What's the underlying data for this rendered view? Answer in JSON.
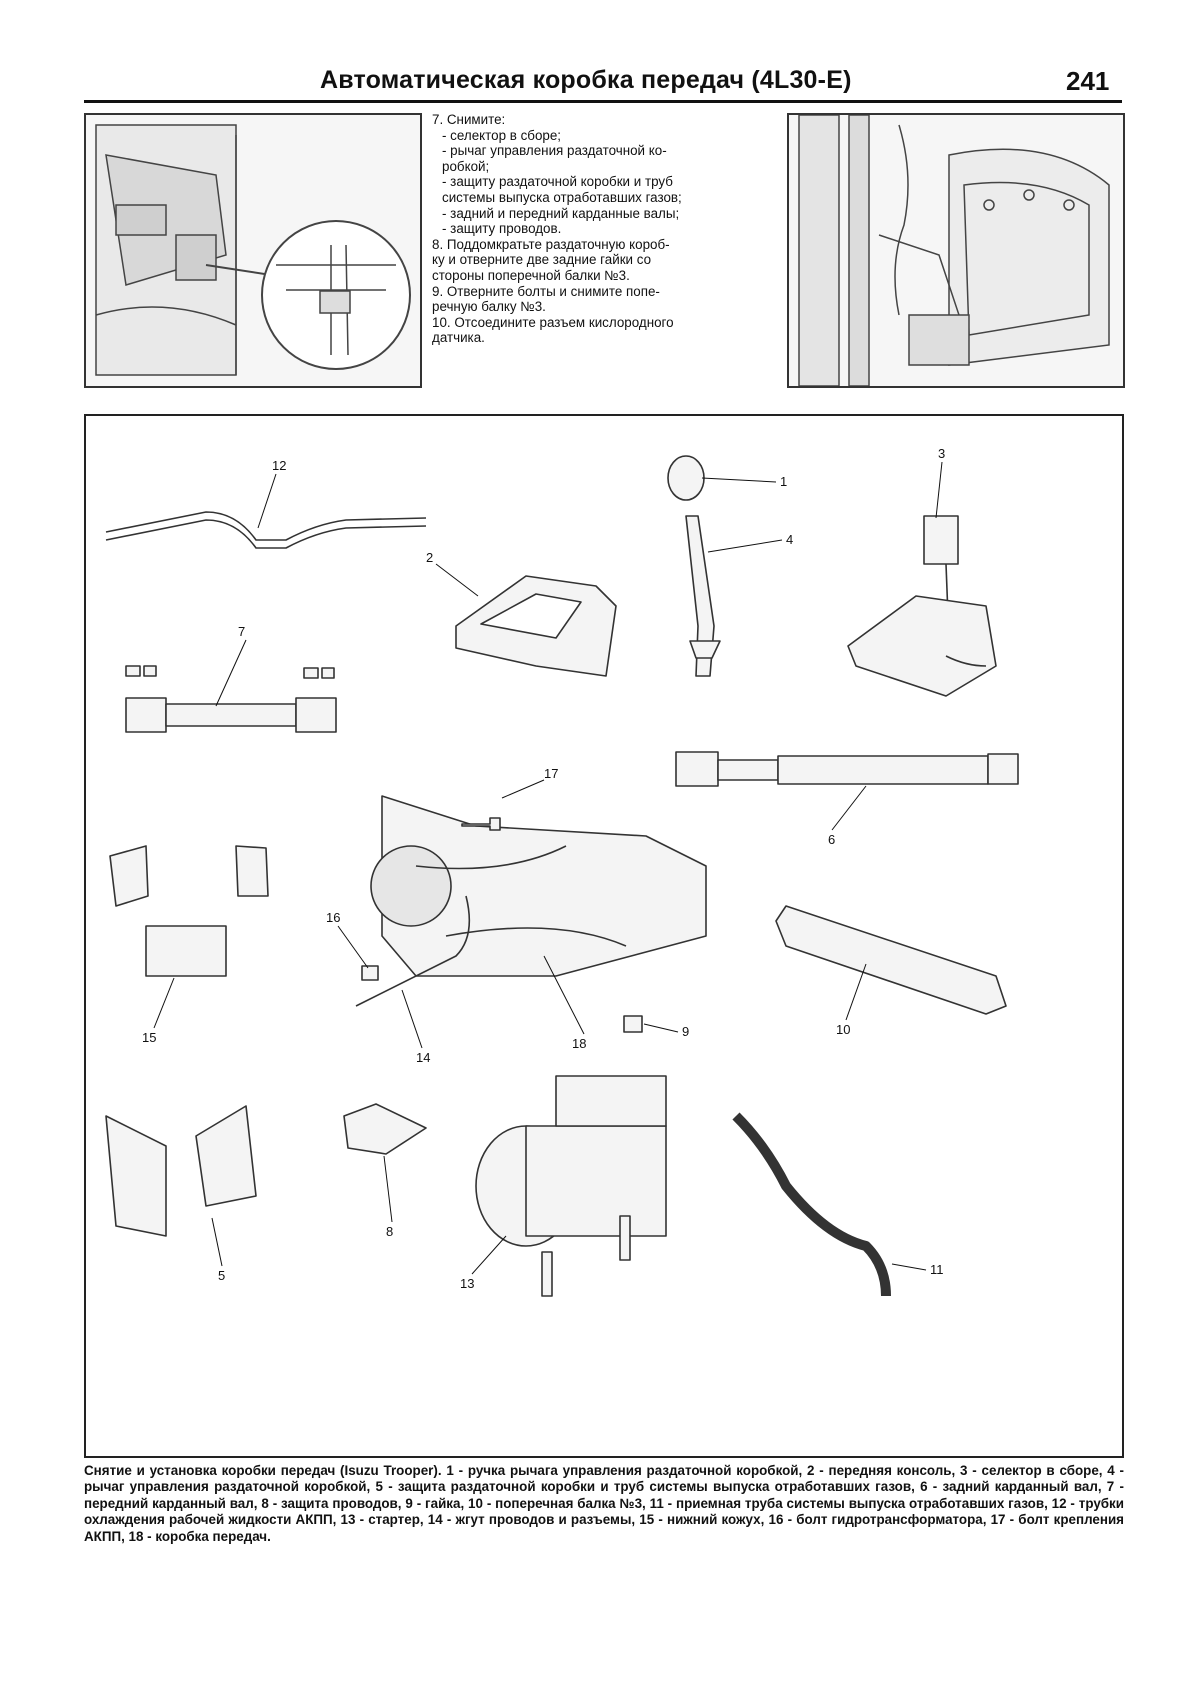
{
  "header": {
    "title": "Автоматическая коробка передач (4L30-E)",
    "page_number": "241"
  },
  "steps": [
    "7. Снимите:",
    "- селектор в сборе;",
    "- рычаг управления раздаточной ко-",
    "робкой;",
    "- защиту раздаточной коробки и труб",
    "системы выпуска отработавших газов;",
    "- задний и передний карданные валы;",
    "- защиту проводов.",
    "8. Поддомкратьте раздаточную короб-",
    "ку и отверните две задние гайки со",
    "стороны поперечной балки №3.",
    "9. Отверните болты и снимите попе-",
    "речную балку №3.",
    "10. Отсоедините разъем кислородного",
    "датчика."
  ],
  "diagram": {
    "callouts": [
      "1",
      "2",
      "3",
      "4",
      "5",
      "6",
      "7",
      "8",
      "9",
      "10",
      "11",
      "12",
      "13",
      "14",
      "15",
      "16",
      "17",
      "18"
    ]
  },
  "caption": "Снятие и установка коробки передач (Isuzu Trooper). 1 - ручка рычага управления раздаточной коробкой, 2 - передняя консоль, 3 - селектор в сборе, 4 - рычаг управления раздаточной коробкой, 5 - защита раздаточной коробки и труб системы выпуска отработавших газов, 6 - задний карданный вал, 7 - передний карданный вал, 8 - защита проводов, 9 - гайка, 10 - поперечная балка №3, 11 - приемная труба системы выпуска отработавших газов, 12 - трубки охлаждения рабочей жидкости АКПП, 13 - стартер, 14 - жгут проводов и разъемы, 15 - нижний кожух, 16 - болт гидротрансформатора, 17 - болт крепления АКПП, 18 - коробка передач."
}
